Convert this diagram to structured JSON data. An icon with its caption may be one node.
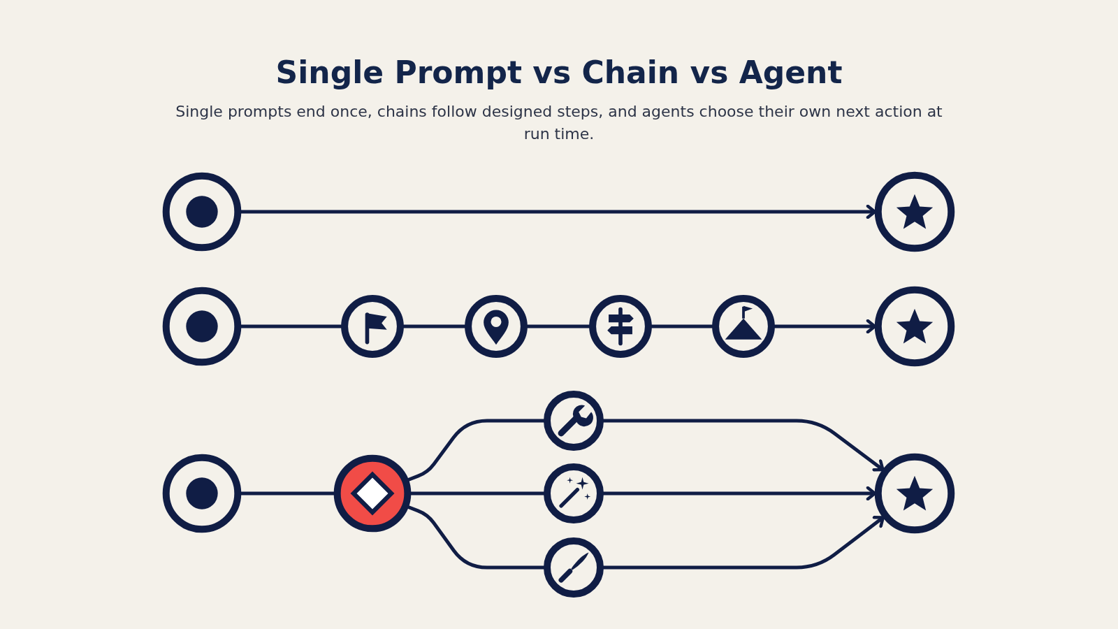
{
  "diagram": {
    "title": "Single Prompt vs Chain vs Agent",
    "nodes": [
      {
        "text": [],
        "shape": "circle"
      },
      {
        "text": [],
        "shape": "circle"
      },
      {
        "text": [],
        "shape": "circle"
      },
      {
        "text": [],
        "shape": "circle"
      },
      {
        "text": [],
        "shape": "circle"
      },
      {
        "text": [],
        "shape": "circle"
      },
      {
        "text": [],
        "shape": "circle"
      },
      {
        "text": [],
        "shape": "circle"
      },
      {
        "text": [],
        "shape": "circle"
      },
      {
        "text": [],
        "shape": "circle"
      },
      {
        "text": [],
        "shape": "circle"
      },
      {
        "text": [],
        "shape": "circle"
      },
      {
        "text": [],
        "shape": "circle"
      },
      {
        "text": [],
        "shape": "circle"
      }
    ],
    "edges": [
      {
        "from": 0,
        "to": 1,
        "arrow": "to"
      },
      {
        "from": 2,
        "to": 3,
        "arrow": "none"
      },
      {
        "from": 3,
        "to": 4,
        "arrow": "none"
      },
      {
        "from": 4,
        "to": 5,
        "arrow": "none"
      },
      {
        "from": 5,
        "to": 6,
        "arrow": "none"
      },
      {
        "from": 6,
        "to": 7,
        "arrow": "to"
      },
      {
        "from": 8,
        "to": 9,
        "arrow": "none"
      },
      {
        "from": 9,
        "to": 10,
        "arrow": "none"
      },
      {
        "from": 9,
        "to": 11,
        "arrow": "none"
      },
      {
        "from": 9,
        "to": 12,
        "arrow": "none"
      },
      {
        "from": 10,
        "to": 13,
        "arrow": "to"
      },
      {
        "from": 11,
        "to": 13,
        "arrow": "to"
      },
      {
        "from": 12,
        "to": 13,
        "arrow": "to"
      }
    ],
    "labels": [
      "Single prompts end once, chains follow designed steps, and agents choose their own next action at run time."
    ]
  }
}
